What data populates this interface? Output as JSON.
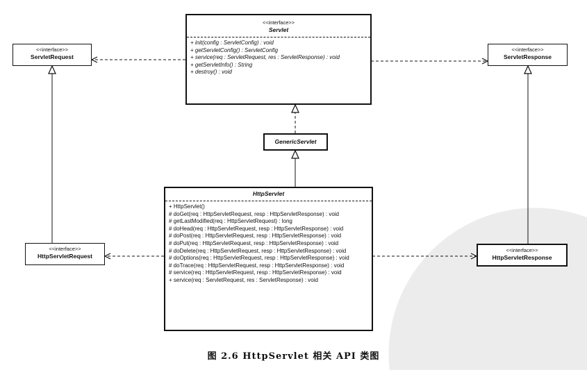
{
  "servlet": {
    "stereotype": "<<interface>>",
    "name": "Servlet",
    "operations": [
      "+ init(config : ServletConfig) : void",
      "+ getServletConfig() : ServletConfig",
      "+ service(req : ServletRequest, res : ServletResponse) : void",
      "+ getServletInfo() : String",
      "+ destroy() : void"
    ]
  },
  "servlet_request": {
    "stereotype": "<<interface>>",
    "name": "ServletRequest"
  },
  "servlet_response": {
    "stereotype": "<<interface>>",
    "name": "ServletResponse"
  },
  "generic_servlet": {
    "name": "GenericServlet"
  },
  "http_servlet": {
    "name": "HttpServlet",
    "operations": [
      "+ HttpServlet()",
      "# doGet(req : HttpServletRequest, resp : HttpServletResponse) : void",
      "# getLastModified(req : HttpServletRequest) : long",
      "# doHead(req : HttpServletRequest, resp : HttpServletResponse) : void",
      "# doPost(req : HttpServletRequest, resp : HttpServletResponse) : void",
      "# doPut(req : HttpServletRequest, resp : HttpServletResponse) : void",
      "# doDelete(req : HttpServletRequest, resp : HttpServletResponse) : void",
      "# doOptions(req : HttpServletRequest, resp : HttpServletResponse) : void",
      "# doTrace(req : HttpServletRequest, resp : HttpServletResponse) : void",
      "# service(req : HttpServletRequest, resp : HttpServletResponse) : void",
      "+ service(req : ServletRequest, res : ServletResponse) : void"
    ]
  },
  "http_servlet_request": {
    "stereotype": "<<interface>>",
    "name": "HttpServletRequest"
  },
  "http_servlet_response": {
    "stereotype": "<<interface>>",
    "name": "HttpServletResponse"
  },
  "caption": "图 2.6  HttpServlet 相关 API 类图"
}
